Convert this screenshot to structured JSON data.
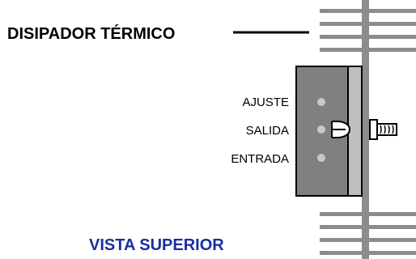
{
  "labels": {
    "heatsink": "DISIPADOR TÉRMICO",
    "view": "VISTA SUPERIOR"
  },
  "pins": [
    {
      "label": "AJUSTE"
    },
    {
      "label": "SALIDA"
    },
    {
      "label": "ENTRADA"
    }
  ],
  "colors": {
    "fins": "#8c8c8c",
    "body": "#808080",
    "tab": "#bfbfbf",
    "pin_dot": "#c8c8c8",
    "outline": "#000000",
    "view_label": "#1a2ea0"
  }
}
